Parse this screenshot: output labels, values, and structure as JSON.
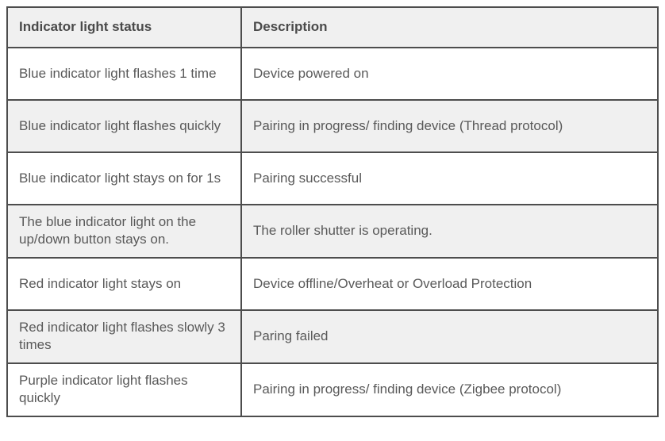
{
  "table": {
    "columns": [
      {
        "label": "Indicator light status"
      },
      {
        "label": "Description"
      }
    ],
    "rows": [
      {
        "status": "Blue indicator light flashes 1 time",
        "description": "Device powered on"
      },
      {
        "status": "Blue indicator light flashes quickly",
        "description": "Pairing in progress/ finding device (Thread protocol)"
      },
      {
        "status": "Blue indicator light stays on for 1s",
        "description": "Pairing successful"
      },
      {
        "status": "The blue indicator light on the up/down button stays on.",
        "description": "The roller shutter is operating."
      },
      {
        "status": "Red indicator light stays on",
        "description": "Device offline/Overheat or Overload Protection"
      },
      {
        "status": "Red indicator light flashes slowly 3 times",
        "description": "Paring failed"
      },
      {
        "status": "Purple indicator light flashes quickly",
        "description": "Pairing in progress/ finding device (Zigbee protocol)"
      }
    ],
    "colors": {
      "border": "#4d4d4d",
      "header_bg": "#f0f0f0",
      "alt_row_bg": "#f0f0f0",
      "row_bg": "#ffffff",
      "text": "#595959",
      "header_text": "#4a4a4a"
    }
  }
}
